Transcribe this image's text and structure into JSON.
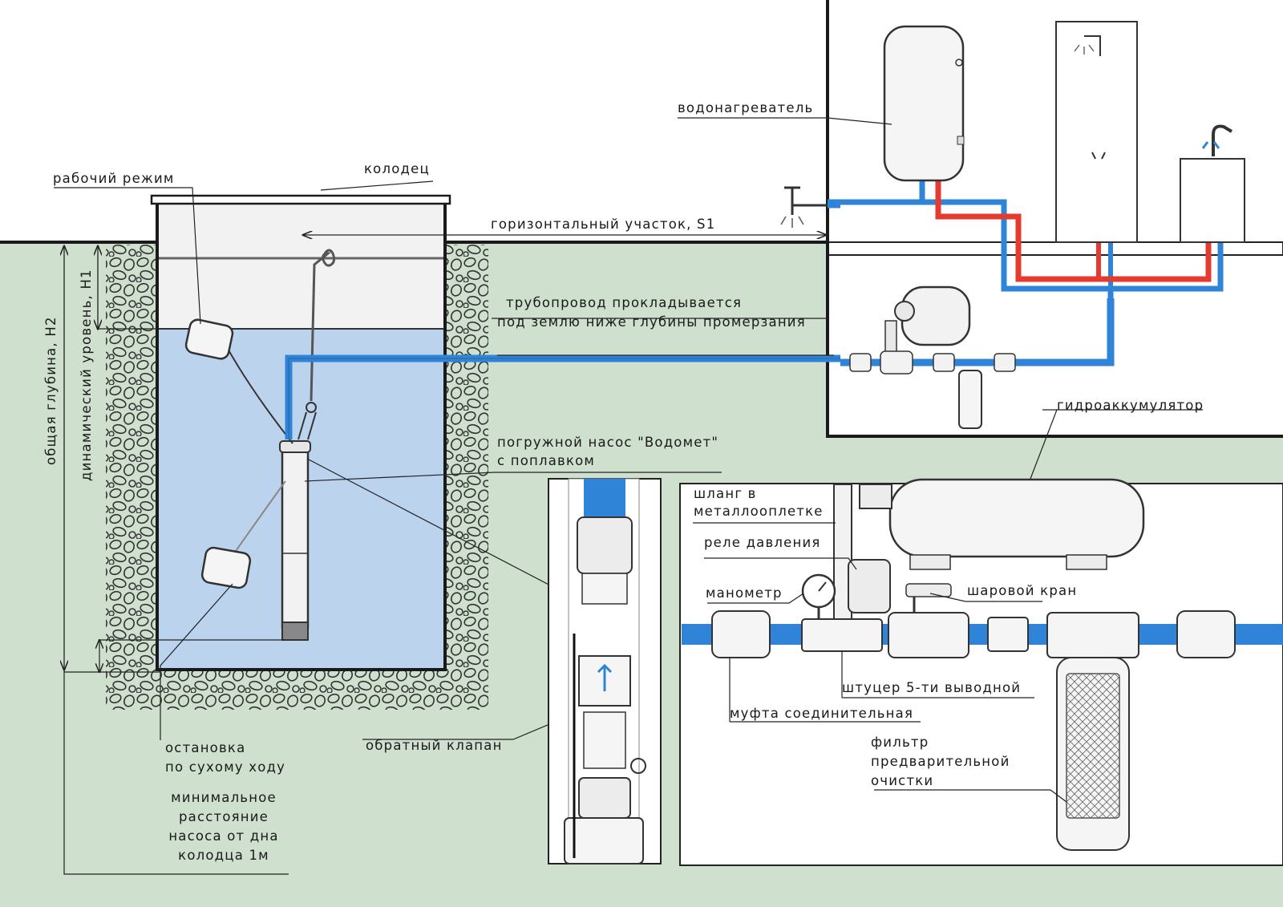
{
  "labels": {
    "water_heater": "водонагреватель",
    "operating_mode": "рабочий режим",
    "well": "колодец",
    "horizontal_section": "горизонтальный участок, S1",
    "pipeline_note_line1": "трубопровод прокладывается",
    "pipeline_note_line2": "под землю ниже глубины промерзания",
    "total_depth": "общая глубина, H2",
    "dynamic_level": "динамический уровень, H1",
    "hydroaccumulator": "гидроаккумулятор",
    "pump_line1": "погружной насос   \"Водомет\"",
    "pump_line2": "с поплавком",
    "hose_line1": "шланг в",
    "hose_line2": "металлооплетке",
    "pressure_relay": "реле давления",
    "manometer": "манометр",
    "ball_valve": "шаровой кран",
    "fitting_5way": "штуцер 5-ти выводной",
    "coupling": "муфта соединительная",
    "check_valve": "обратный клапан",
    "dry_run_stop": "остановка\nпо сухому ходу",
    "min_distance": "минимальное\nрасстояние\nнасоса от дна\nколодца 1м",
    "filter": "фильтр\nпредварительной\nочистки"
  },
  "colors": {
    "ground": "#cfe0cf",
    "water": "#bcd3ee",
    "cold_pipe": "#2f84d8",
    "hot_pipe": "#e53a2e",
    "outline": "#2a2a2a"
  }
}
